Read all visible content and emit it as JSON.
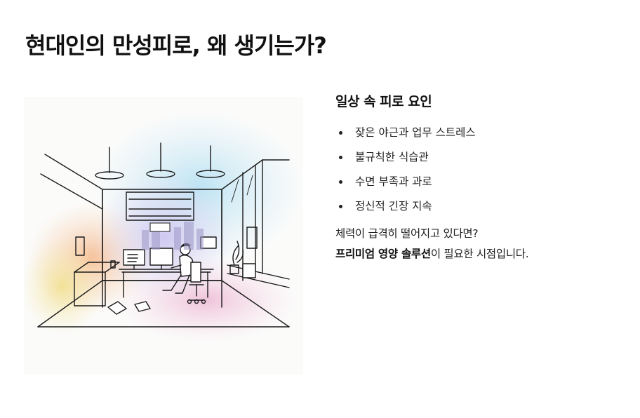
{
  "heading": "현대인의 만성피로, 왜 생기는가?",
  "illustration": {
    "colors": {
      "blue": "#bfe3f2",
      "lavender": "#d9d3f0",
      "peach": "#f6c9a8",
      "yellow": "#f3e3a3",
      "pink": "#f1c9dc"
    }
  },
  "section": {
    "subtitle": "일상 속 피로 요인",
    "factors": [
      "잦은 야근과 업무 스트레스",
      "불규칙한 식습관",
      "수면 부족과 과로",
      "정신적 긴장 지속"
    ],
    "closing_line1": "체력이 급격히 떨어지고 있다면?",
    "closing_strong": "프리미엄 영양 솔루션",
    "closing_rest": "이 필요한 시점입니다."
  }
}
